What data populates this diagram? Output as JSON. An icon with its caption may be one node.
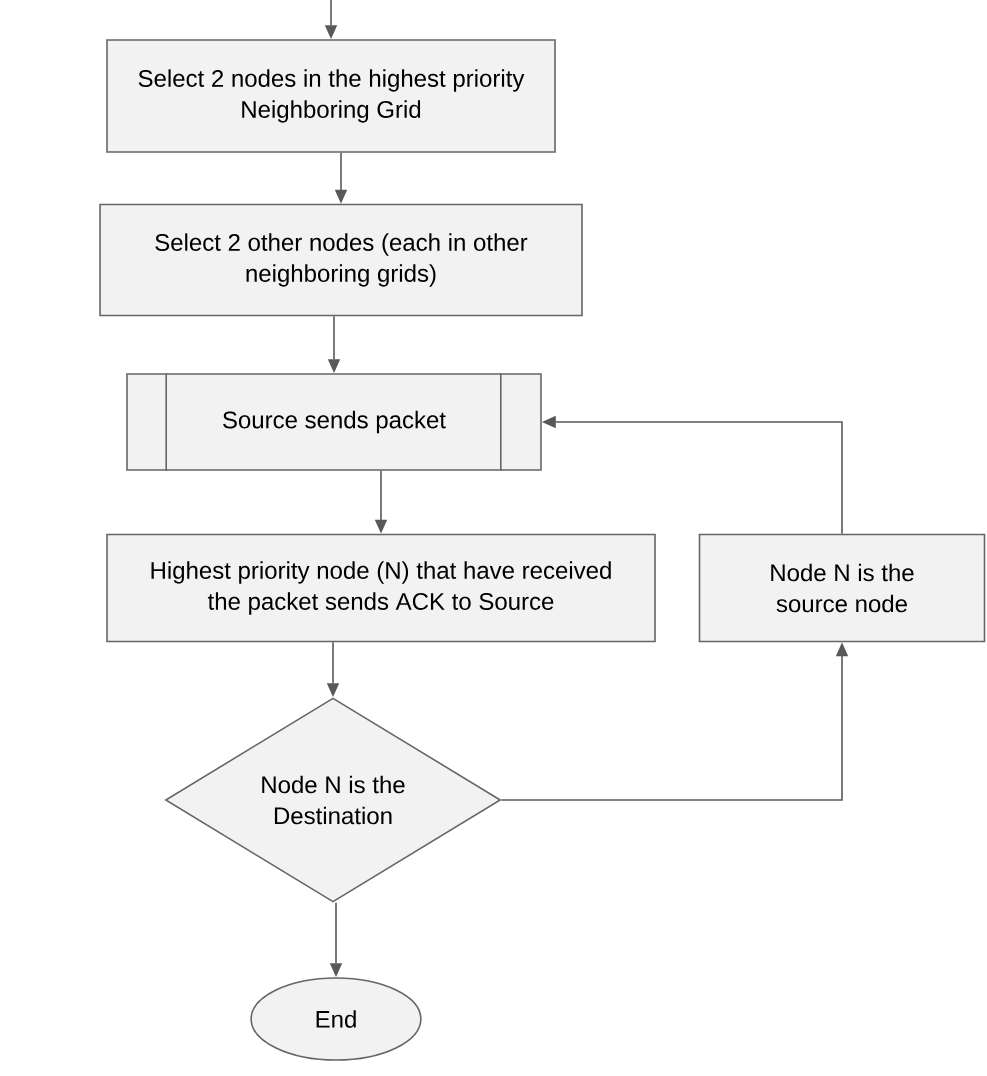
{
  "diagram": {
    "nodes": [
      {
        "text": [
          "Select 2 nodes in the highest priority Neighboring Grid"
        ]
      },
      {
        "text": [
          "Select 2 other nodes (each in other neighboring grids)"
        ]
      },
      {
        "text": [
          "Source sends packet"
        ]
      },
      {
        "text": [
          "Highest priority node (N) that have received the packet sends ACK to Source"
        ]
      },
      {
        "text": [
          "Node N is the source node"
        ]
      },
      {
        "text": [
          "Node N is the Destination"
        ]
      },
      {
        "text": [
          "End"
        ]
      }
    ],
    "edges": [
      {
        "from": null,
        "to": 0,
        "arrow": "to"
      },
      {
        "from": 0,
        "to": 1,
        "arrow": "to"
      },
      {
        "from": 1,
        "to": 2,
        "arrow": "to"
      },
      {
        "from": 2,
        "to": 3,
        "arrow": "to"
      },
      {
        "from": 3,
        "to": 5,
        "arrow": "to"
      },
      {
        "from": 5,
        "to": 6,
        "arrow": "to"
      },
      {
        "from": 5,
        "to": 4,
        "arrow": "to"
      },
      {
        "from": 4,
        "to": 2,
        "arrow": "to"
      }
    ]
  }
}
